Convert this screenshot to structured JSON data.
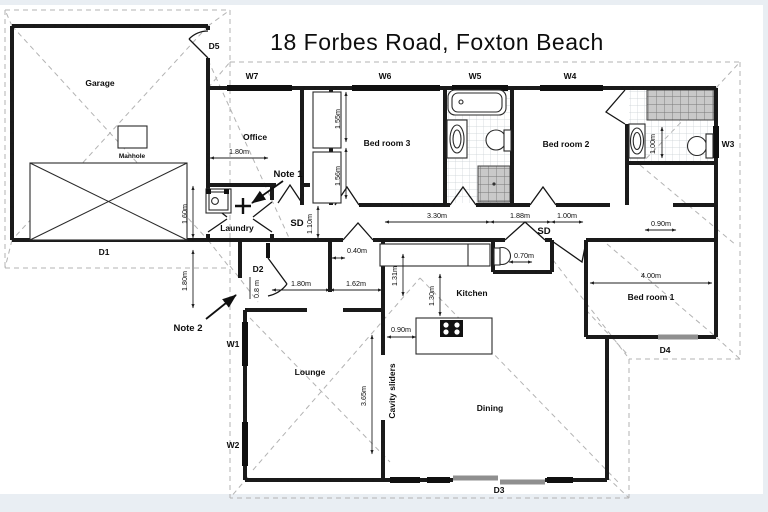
{
  "title": "18 Forbes Road, Foxton Beach",
  "rooms": {
    "garage": "Garage",
    "manhole": "Manhole",
    "office": "Office",
    "laundry": "Laundry",
    "bed3": "Bed room 3",
    "bed2": "Bed room 2",
    "bed1": "Bed room 1",
    "kitchen": "Kitchen",
    "lounge": "Lounge",
    "dining": "Dining"
  },
  "annotations": {
    "sd1": "SD",
    "sd2": "SD",
    "cavity_sliders": "Cavity sliders",
    "note1": "Note 1",
    "note2": "Note 2"
  },
  "windows": {
    "w1": "W1",
    "w2": "W2",
    "w3": "W3",
    "w4": "W4",
    "w5": "W5",
    "w6": "W6",
    "w7": "W7"
  },
  "doors": {
    "d1": "D1",
    "d2": "D2",
    "d3": "D3",
    "d4": "D4",
    "d5": "D5"
  },
  "dimensions": {
    "office_width": "1.80m",
    "garage_rear_offset": "1.60m",
    "porch_offset": "1.80m",
    "bed3_window_upper": "1.55m",
    "bed3_window_lower": "1.56m",
    "hall_long": "3.30m",
    "hall_mid": "1.88m",
    "hall_end": "1.00m",
    "hall_width": "1.10m",
    "kitchen_nib": "0.40m",
    "entry_a": "1.80m",
    "entry_b": "1.62m",
    "kitchen_depth_a": "1.31m",
    "kitchen_depth_b": "1.30m",
    "island_clearance": "0.90m",
    "wc_width": "0.70m",
    "bed1_nib": "0.90m",
    "bed1_width": "4.00m",
    "ensuite_width": "1.00m",
    "cavity_opening": "3.65m",
    "front_door_width": "0.8 m"
  },
  "colors": {
    "wall": "#1a1a1a",
    "window": "#101010",
    "slider_door": "#8f8f8f",
    "roof_dash": "#b3b3b3",
    "dimension": "#222222",
    "text": "#0d0d0d",
    "paper": "#ffffff",
    "page_bg": "#e9eef3",
    "shower_fill": "#c9c9c9",
    "tile_line": "#c9cfd4"
  }
}
